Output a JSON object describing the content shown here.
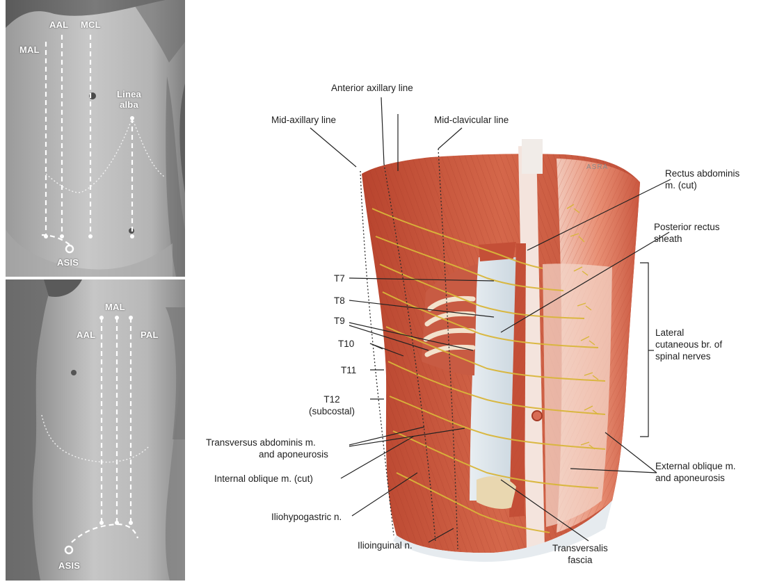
{
  "top_photo": {
    "labels": {
      "mal": "MAL",
      "aal": "AAL",
      "mcl": "MCL",
      "linea_alba_1": "Linea",
      "linea_alba_2": "alba",
      "asis": "ASIS"
    }
  },
  "bottom_photo": {
    "labels": {
      "mal": "MAL",
      "aal": "AAL",
      "pal": "PAL",
      "asis": "ASIS"
    }
  },
  "illustration": {
    "watermark": "ASRA",
    "labels": {
      "anterior_axillary_line": "Anterior axillary line",
      "mid_axillary_line": "Mid-axillary line",
      "mid_clavicular_line": "Mid-clavicular line",
      "rectus_abdominis_1": "Rectus abdominis",
      "rectus_abdominis_2": "m. (cut)",
      "posterior_rectus_1": "Posterior rectus",
      "posterior_rectus_2": "sheath",
      "lateral_cutaneous_1": "Lateral",
      "lateral_cutaneous_2": "cutaneous br. of",
      "lateral_cutaneous_3": "spinal nerves",
      "external_oblique_1": "External oblique m.",
      "external_oblique_2": "and aponeurosis",
      "transversalis_1": "Transversalis",
      "transversalis_2": "fascia",
      "ilioinguinal": "Ilioinguinal n.",
      "iliohypogastric": "Iliohypogastric n.",
      "internal_oblique": "Internal oblique m. (cut)",
      "transversus_1": "Transversus abdominis m.",
      "transversus_2": "and aponeurosis",
      "t7": "T7",
      "t8": "T8",
      "t9": "T9",
      "t10": "T10",
      "t11": "T11",
      "t12": "T12",
      "subcostal": "(subcostal)"
    }
  }
}
